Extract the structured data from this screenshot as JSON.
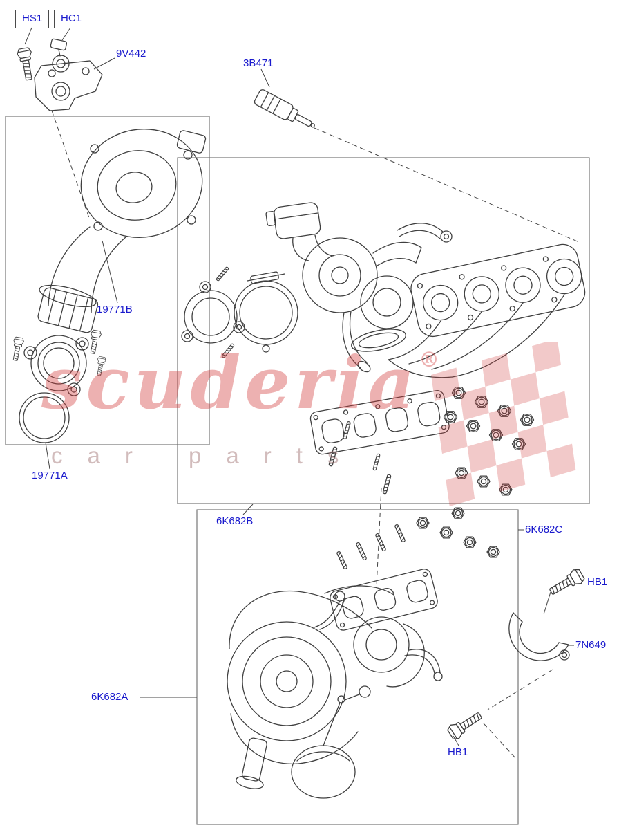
{
  "diagram": {
    "labels": {
      "hs1": "HS1",
      "hc1": "HC1",
      "bracket_9v442": "9V442",
      "sensor_3b471": "3B471",
      "throttle_19771b": "19771B",
      "oring_19771a": "19771A",
      "kit_6k682b": "6K682B",
      "kit_6k682c": "6K682C",
      "turbo_6k682a": "6K682A",
      "bolt_hb1_upper": "HB1",
      "bracket_7n649": "7N649",
      "bolt_hb1_lower": "HB1"
    }
  },
  "watermark": {
    "brand": "scuderia",
    "trademark": "®",
    "subtitle": "car parts"
  },
  "colors": {
    "label_blue": "#1a1acd",
    "line_gray": "#3f3f3f",
    "box_gray": "#6a6a6a",
    "watermark_red": "#d23c3c"
  }
}
